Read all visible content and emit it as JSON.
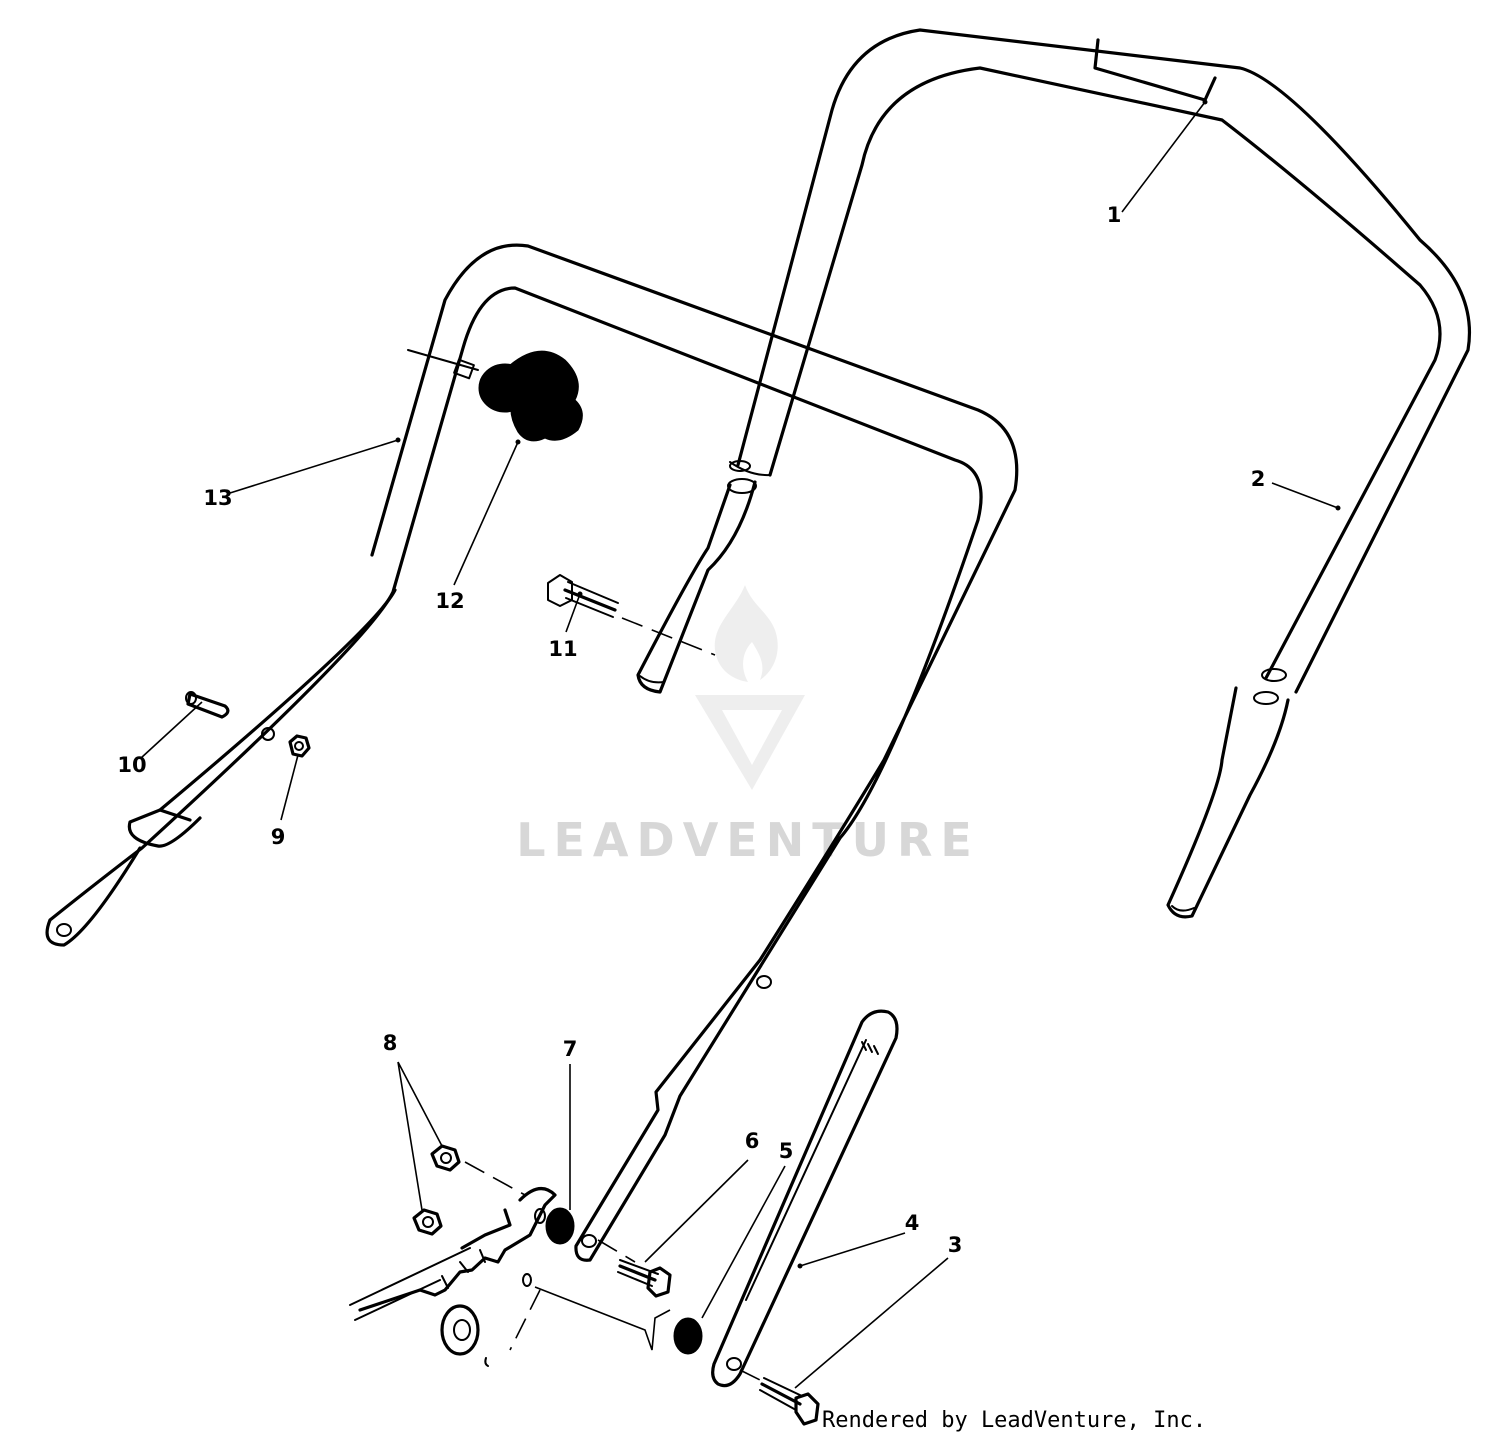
{
  "watermark": {
    "text": "LEADVENTURE"
  },
  "credit": "Rendered by LeadVenture, Inc.",
  "callouts": [
    {
      "num": "1",
      "part": "upper-handle"
    },
    {
      "num": "2",
      "part": "upper-handle-leg"
    },
    {
      "num": "3",
      "part": "bolt"
    },
    {
      "num": "4",
      "part": "height-adjuster-link"
    },
    {
      "num": "5",
      "part": "bushing"
    },
    {
      "num": "6",
      "part": "bolt"
    },
    {
      "num": "7",
      "part": "bushing"
    },
    {
      "num": "8",
      "part": "nut"
    },
    {
      "num": "9",
      "part": "nut"
    },
    {
      "num": "10",
      "part": "pin"
    },
    {
      "num": "11",
      "part": "bolt"
    },
    {
      "num": "12",
      "part": "knob"
    },
    {
      "num": "13",
      "part": "lower-handle"
    }
  ]
}
